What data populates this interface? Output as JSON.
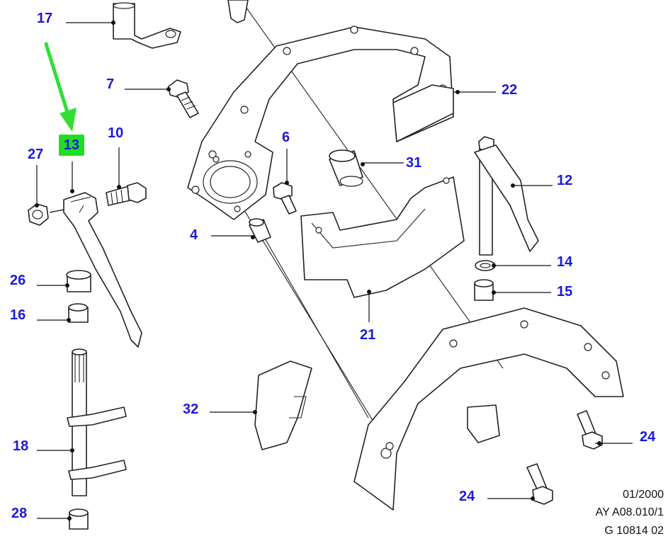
{
  "diagram": {
    "part_labels": {
      "p17": "17",
      "p7": "7",
      "p10": "10",
      "p13": "13",
      "p27": "27",
      "p6": "6",
      "p31": "31",
      "p22": "22",
      "p12": "12",
      "p4": "4",
      "p14": "14",
      "p15": "15",
      "p26": "26",
      "p16": "16",
      "p21": "21",
      "p32": "32",
      "p18": "18",
      "p24a": "24",
      "p24b": "24",
      "p28": "28"
    },
    "highlighted_part": "13",
    "highlight_color": "#22dd22",
    "pointer_arrow_color": "#33dd33",
    "label_color": "#1a1adb"
  },
  "footer": {
    "date": "01/2000",
    "reference": "AY A08.010/1",
    "drawing_number": "G 10814 02"
  }
}
